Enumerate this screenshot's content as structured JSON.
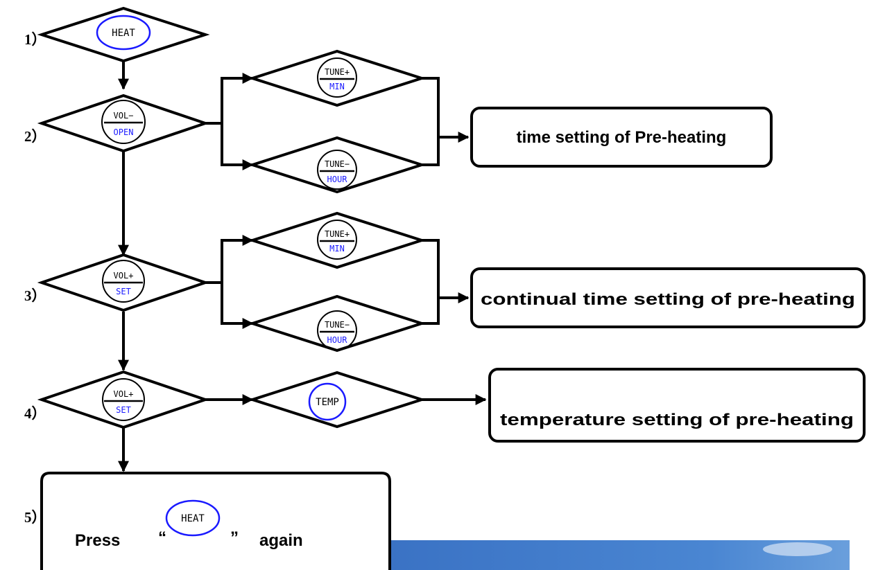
{
  "steps": [
    "1）",
    "2）",
    "3）",
    "4）",
    "5）"
  ],
  "buttons": {
    "heat": "HEAT",
    "temp": "TEMP",
    "vol_minus": "VOL−",
    "vol_plus": "VOL+",
    "open": "OPEN",
    "set": "SET",
    "tune_plus": "TUNE+",
    "tune_minus": "TUNE−",
    "min": "MIN",
    "hour": "HOUR"
  },
  "boxes": {
    "preheat_time": "time setting of Pre-heating",
    "continual_time": "continual time setting of pre-heating",
    "temperature": "temperature setting of pre-heating",
    "press_prefix": "Press",
    "open_quote": "“",
    "close_quote": "”",
    "press_suffix": "again"
  },
  "colors": {
    "accent": "#1a1aff",
    "photo_blue": "#3f79c9"
  }
}
